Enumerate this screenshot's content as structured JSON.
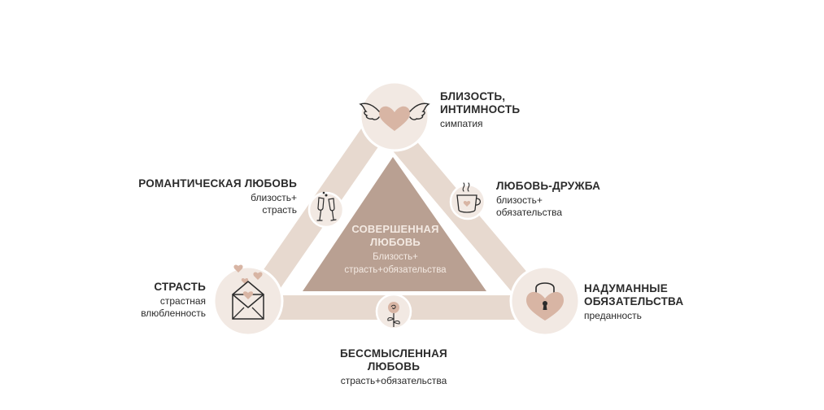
{
  "colors": {
    "band": "#e7d9cf",
    "inner_triangle": "#b9a092",
    "circle_fill": "#f2e9e3",
    "circle_stroke": "#ffffff",
    "heart": "#d8b5a4",
    "icon_line": "#2b2b2b",
    "text": "#2b2b2b"
  },
  "center": {
    "title": "СОВЕРШЕННАЯ\nЛЮБОВЬ",
    "subtitle": "Близость+\nстрасть+обязательства"
  },
  "vertices": {
    "top": {
      "title": "БЛИЗОСТЬ,\nИНТИМНОСТЬ",
      "subtitle": "симпатия",
      "icon": "winged-heart-icon"
    },
    "left": {
      "title": "СТРАСТЬ",
      "subtitle": "страстная\nвлюбленность",
      "icon": "love-letter-icon"
    },
    "right": {
      "title": "НАДУМАННЫЕ\nОБЯЗАТЕЛЬСТВА",
      "subtitle": "преданность",
      "icon": "heart-padlock-icon"
    }
  },
  "edges": {
    "left": {
      "title": "РОМАНТИЧЕСКАЯ ЛЮБОВЬ",
      "subtitle": "близость+\nстрасть",
      "icon": "champagne-glasses-icon"
    },
    "right": {
      "title": "ЛЮБОВЬ-ДРУЖБА",
      "subtitle": "близость+\nобязательства",
      "icon": "coffee-cup-icon"
    },
    "bottom": {
      "title": "БЕССМЫСЛЕННАЯ ЛЮБОВЬ",
      "subtitle": "страсть+обязательства",
      "icon": "rose-icon"
    }
  }
}
